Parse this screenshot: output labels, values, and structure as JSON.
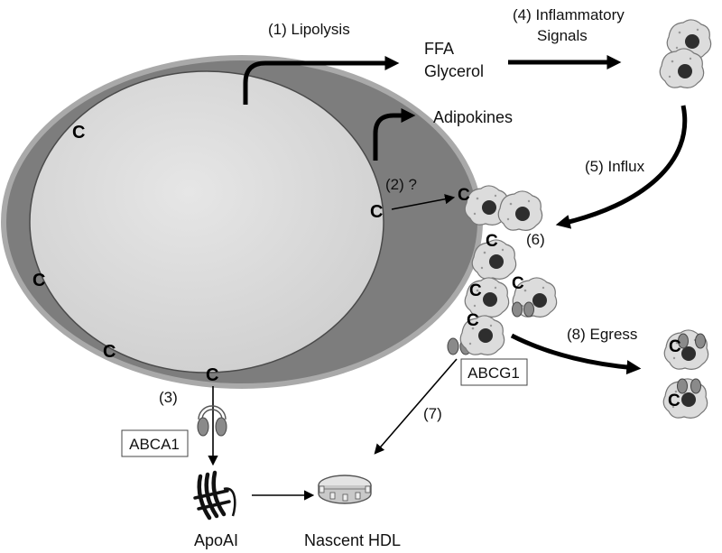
{
  "labels": {
    "lipolysis": "(1) Lipolysis",
    "ffa": "FFA",
    "glycerol": "Glycerol",
    "inflammatory_1": "(4) Inflammatory",
    "inflammatory_2": "Signals",
    "adipokines": "Adipokines",
    "influx": "(5) Influx",
    "step2": "(2) ?",
    "step6": "(6)",
    "egress": "(8) Egress",
    "step3": "(3)",
    "step7": "(7)",
    "abca1": "ABCA1",
    "abcg1": "ABCG1",
    "apoai": "ApoAI",
    "nascent_hdl": "Nascent HDL"
  },
  "cholesterol_mark": "C",
  "colors": {
    "cytoplasm": "#7a7a7a",
    "membrane": "#9a9a9a",
    "lipid_droplet": "#d6d6d6",
    "macrophage_fill": "#dcdcdc",
    "nucleus": "#2e2e2e",
    "transporter": "#8a8a8a",
    "arrow": "#000000"
  }
}
